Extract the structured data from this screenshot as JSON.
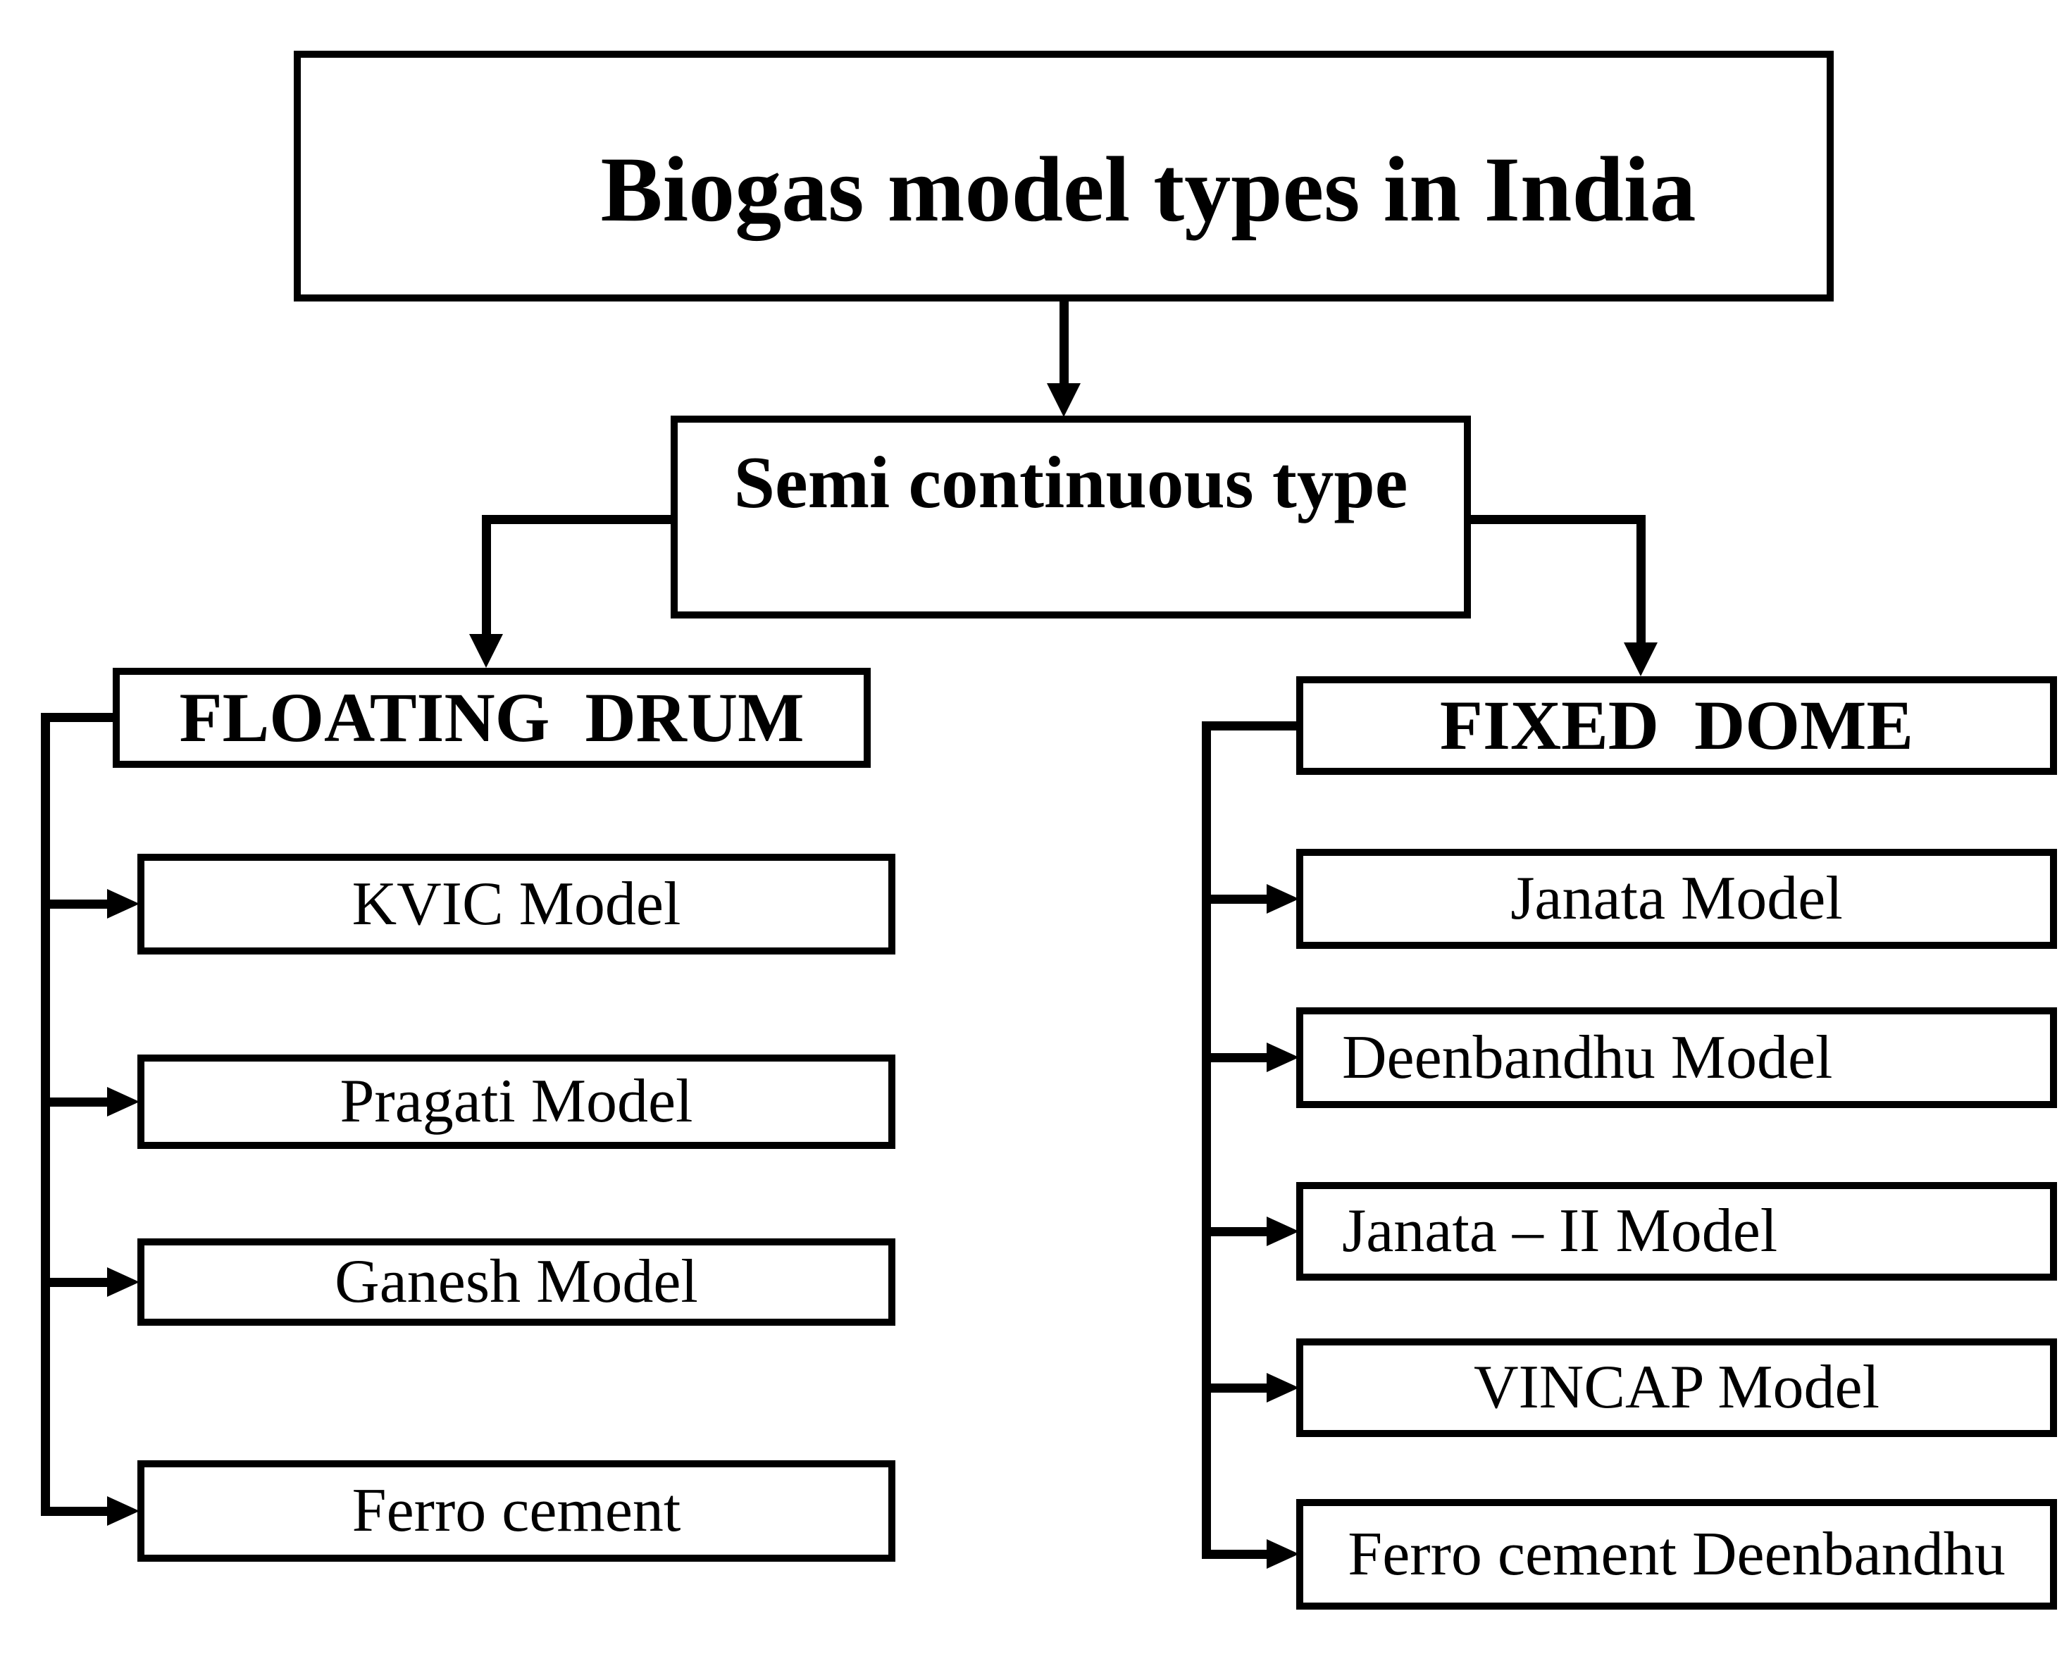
{
  "colors": {
    "ink": "#000000",
    "paper": "#ffffff"
  },
  "diagram": {
    "title": "Biogas model types in India",
    "root_label": "Semi continuous type",
    "branches": [
      {
        "header": "FLOATING  DRUM",
        "children": [
          "KVIC Model",
          "Pragati Model",
          "Ganesh Model",
          "Ferro cement"
        ]
      },
      {
        "header": "FIXED  DOME",
        "children": [
          "Janata Model",
          "Deenbandhu Model",
          "Janata – II Model",
          "VINCAP Model",
          "Ferro cement Deenbandhu"
        ]
      }
    ]
  }
}
